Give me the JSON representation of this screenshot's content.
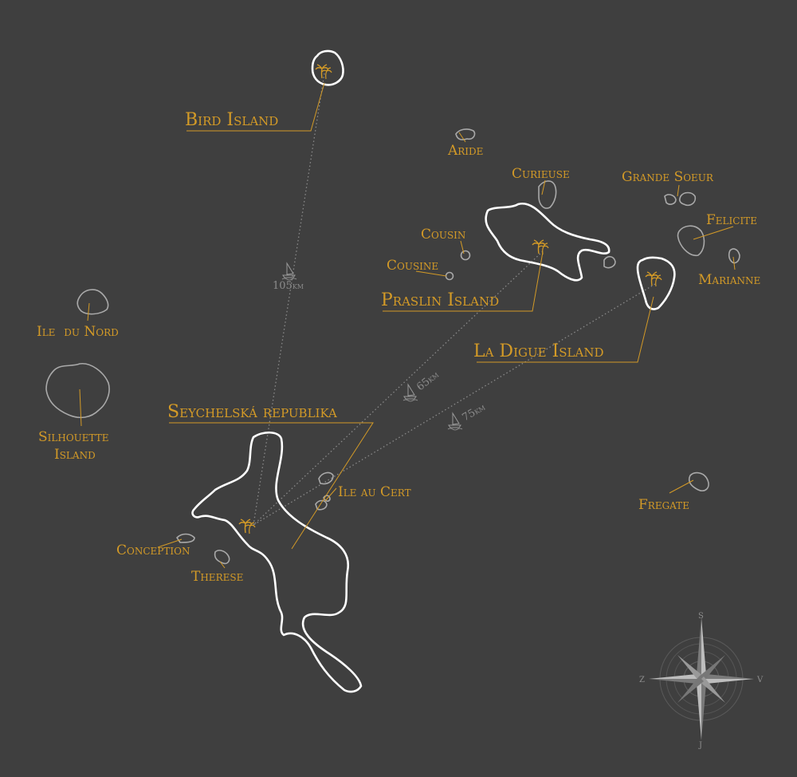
{
  "map": {
    "main_labels": {
      "bird": "Bird Island",
      "praslin": "Praslin Island",
      "la_digue": "La Digue Island",
      "republic": "Seychelská republika"
    },
    "minor_labels": {
      "aride": "Aride",
      "curieuse": "Curieuse",
      "grande_soeur": "Grande Soeur",
      "felicite": "Felicite",
      "marianne": "Marianne",
      "cousin": "Cousin",
      "cousine": "Cousine",
      "ile_du_nord": "Ile  du Nord",
      "silhouette_1": "Silhouette",
      "silhouette_2": "Island",
      "ile_au_cert": "Ile au Cert",
      "conception": "Conception",
      "therese": "Therese",
      "fregate": "Fregate"
    },
    "distances": {
      "bird": {
        "value": "105",
        "unit": "km"
      },
      "praslin": {
        "value": "65",
        "unit": "km"
      },
      "la_digue": {
        "value": "75",
        "unit": "km"
      }
    },
    "compass": {
      "north": "S",
      "south": "J",
      "east": "V",
      "west": "Z"
    },
    "colors": {
      "background": "#3f3f3f",
      "accent": "#d39a27",
      "main_island": "#ffffff",
      "minor_island": "#a9a9a9"
    },
    "icons": {
      "resort": "palm-tree-icon",
      "boat": "sailboat-icon",
      "rose": "compass-rose-icon"
    }
  }
}
